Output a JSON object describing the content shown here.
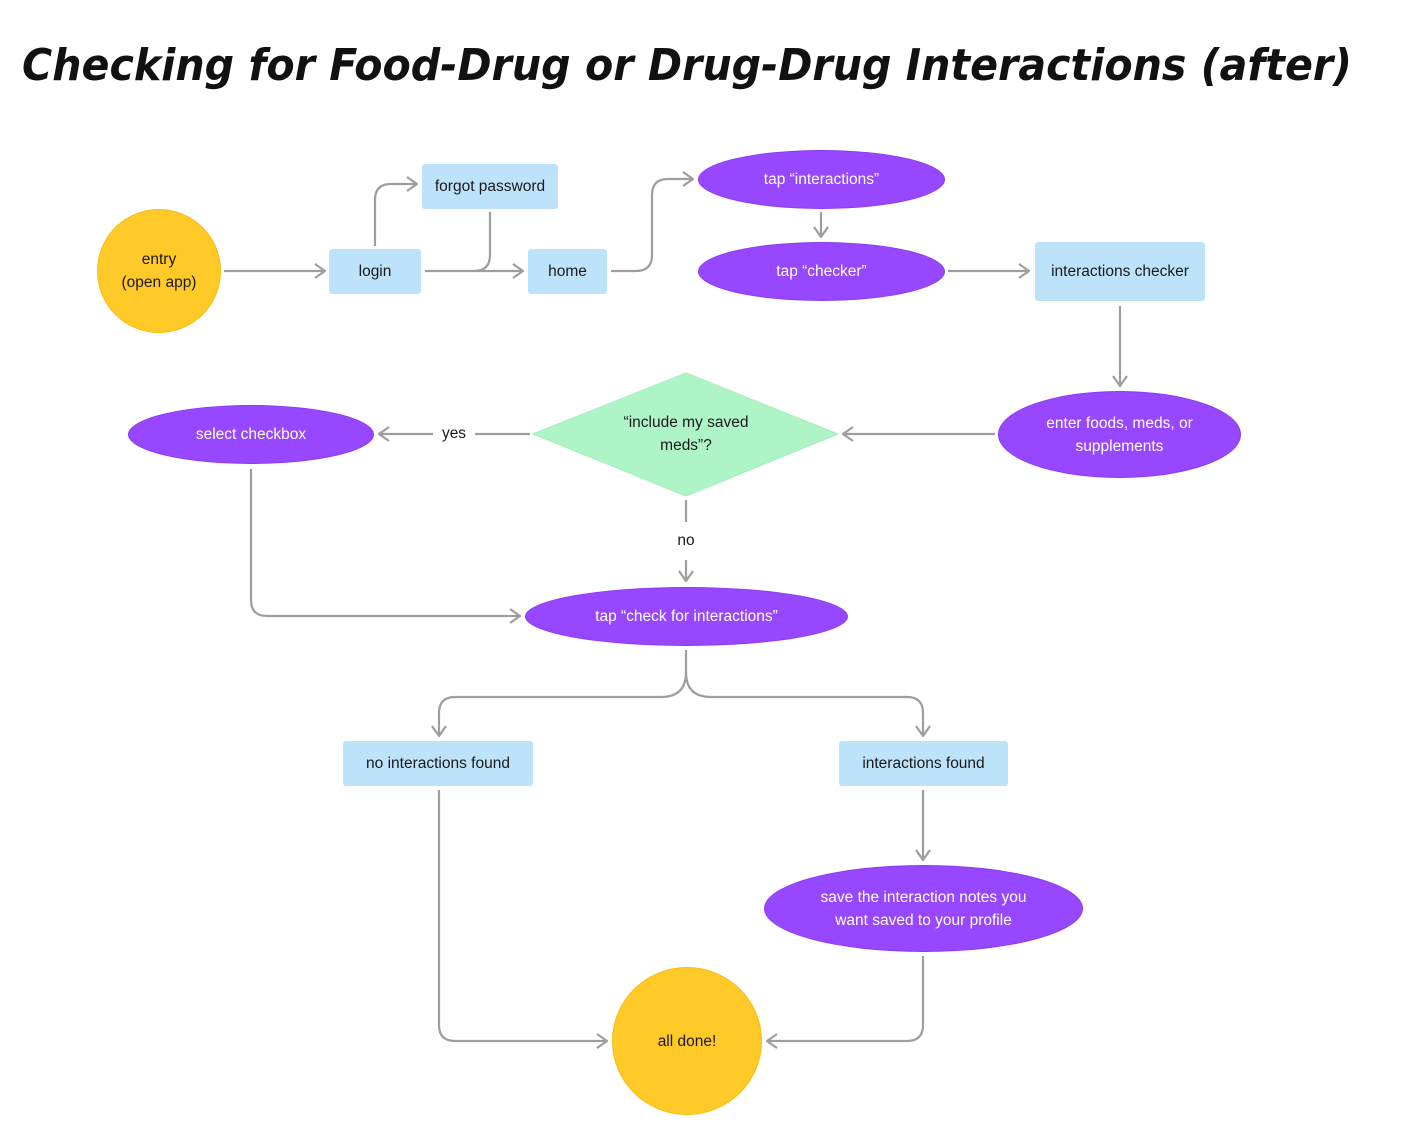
{
  "title": "Checking for Food-Drug or Drug-Drug Interactions (after)",
  "colors": {
    "start_end": "#ffca28",
    "screen": "#bde3fb",
    "action": "#9747ff",
    "decision": "#aff4c6",
    "connector": "#9e9e9e"
  },
  "nodes": {
    "entry": "entry\n(open app)",
    "login": "login",
    "forgot_password": "forgot password",
    "home": "home",
    "tap_interactions": "tap “interactions”",
    "tap_checker": "tap “checker”",
    "interactions_checker": "interactions checker",
    "enter_items": "enter foods, meds, or supplements",
    "decision": "“include my saved meds”?",
    "select_checkbox": "select checkbox",
    "tap_check": "tap “check for interactions”",
    "no_interactions": "no interactions found",
    "interactions_found": "interactions found",
    "save_notes": "save the interaction notes you want saved to your profile",
    "all_done": "all done!"
  },
  "edge_labels": {
    "yes": "yes",
    "no": "no"
  }
}
